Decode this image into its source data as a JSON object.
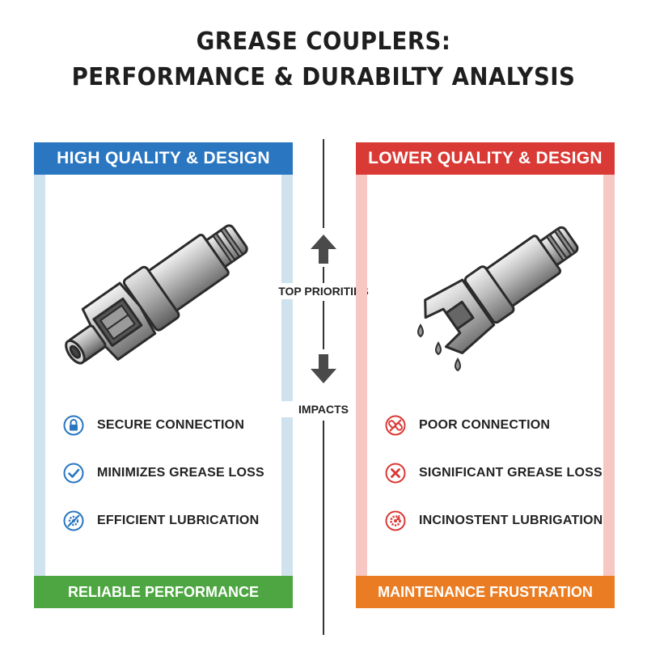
{
  "title": {
    "line1": "GREASE COUPLERS:",
    "line2": "PERFORMANCE & DURABILTY ANALYSIS"
  },
  "center": {
    "top_label": "TOP PRIORITIES",
    "bottom_label": "IMPACTS"
  },
  "left_panel": {
    "header": "HIGH QUALITY & DESIGN",
    "footer": "RELIABLE PERFORMANCE",
    "header_color": "#2a76c0",
    "footer_color": "#4ea642",
    "side_color": "#cfe2ee",
    "features": [
      {
        "label": "SECURE CONNECTION",
        "icon": "padlock-icon"
      },
      {
        "label": "MINIMIZES GREASE LOSS",
        "icon": "checkmark-icon"
      },
      {
        "label": "EFFICIENT LUBRICATION",
        "icon": "gear-icon"
      }
    ]
  },
  "right_panel": {
    "header": "LOWER QUALITY & DESIGN",
    "footer": "MAINTENANCE FRUSTRATION",
    "header_color": "#d93a36",
    "footer_color": "#ea7d23",
    "side_color": "#f7c7c4",
    "features": [
      {
        "label": "POOR CONNECTION",
        "icon": "broken-chain-icon"
      },
      {
        "label": "SIGNIFICANT GREASE LOSS",
        "icon": "x-mark-icon"
      },
      {
        "label": "INCINOSTENT LUBRIGATION",
        "icon": "broken-gear-icon"
      }
    ]
  }
}
